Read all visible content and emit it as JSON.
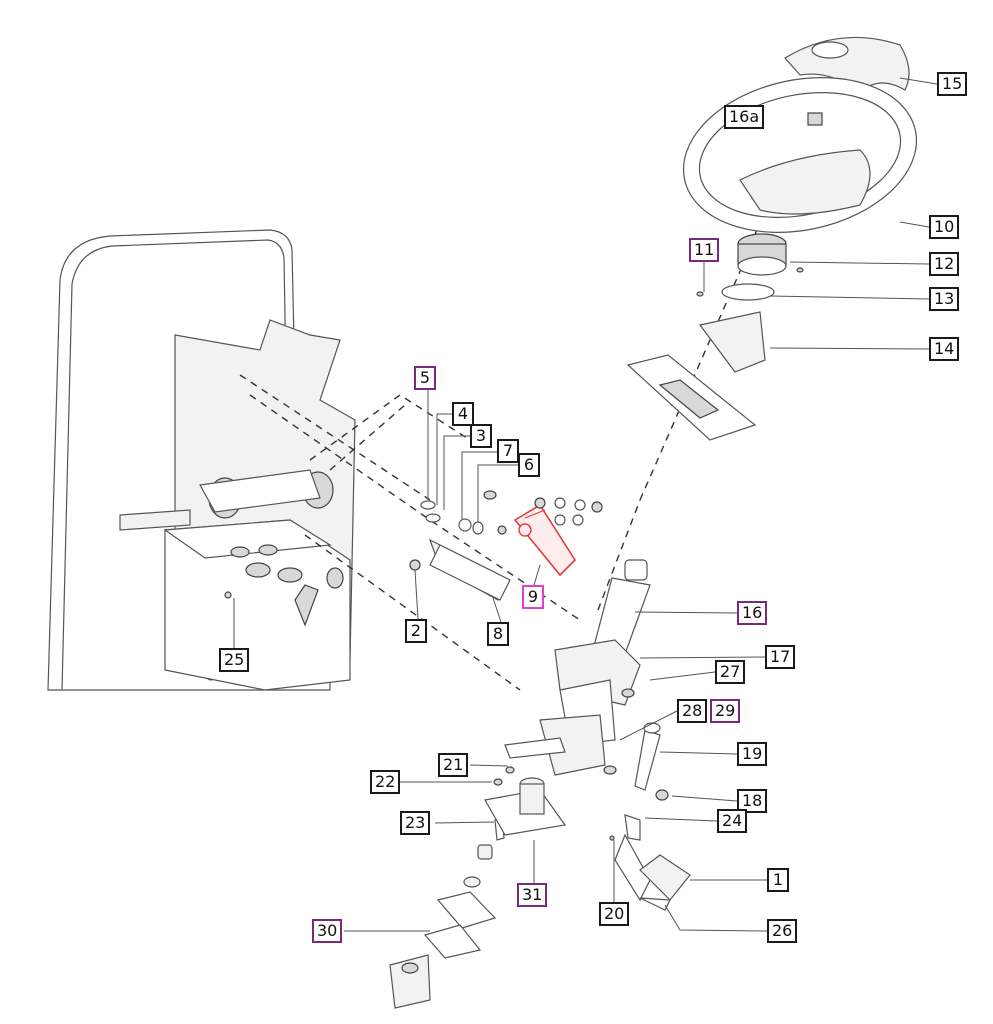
{
  "colors": {
    "highlight": "#e23b3b",
    "callout_border": "#1a1a1a",
    "callout_purple": "#7a2a7e",
    "callout_pink": "#e040d0"
  },
  "callouts": [
    {
      "id": "1",
      "label": "1"
    },
    {
      "id": "2",
      "label": "2"
    },
    {
      "id": "3",
      "label": "3"
    },
    {
      "id": "4",
      "label": "4"
    },
    {
      "id": "5",
      "label": "5"
    },
    {
      "id": "6",
      "label": "6"
    },
    {
      "id": "7",
      "label": "7"
    },
    {
      "id": "8",
      "label": "8"
    },
    {
      "id": "9",
      "label": "9"
    },
    {
      "id": "10",
      "label": "10"
    },
    {
      "id": "11",
      "label": "11"
    },
    {
      "id": "12",
      "label": "12"
    },
    {
      "id": "13",
      "label": "13"
    },
    {
      "id": "14",
      "label": "14"
    },
    {
      "id": "15",
      "label": "15"
    },
    {
      "id": "16",
      "label": "16"
    },
    {
      "id": "16a",
      "label": "16a"
    },
    {
      "id": "17",
      "label": "17"
    },
    {
      "id": "18",
      "label": "18"
    },
    {
      "id": "19",
      "label": "19"
    },
    {
      "id": "20",
      "label": "20"
    },
    {
      "id": "21",
      "label": "21"
    },
    {
      "id": "22",
      "label": "22"
    },
    {
      "id": "23",
      "label": "23"
    },
    {
      "id": "24",
      "label": "24"
    },
    {
      "id": "25",
      "label": "25"
    },
    {
      "id": "26",
      "label": "26"
    },
    {
      "id": "27",
      "label": "27"
    },
    {
      "id": "28",
      "label": "28"
    },
    {
      "id": "29",
      "label": "29"
    },
    {
      "id": "30",
      "label": "30"
    },
    {
      "id": "31",
      "label": "31"
    }
  ]
}
